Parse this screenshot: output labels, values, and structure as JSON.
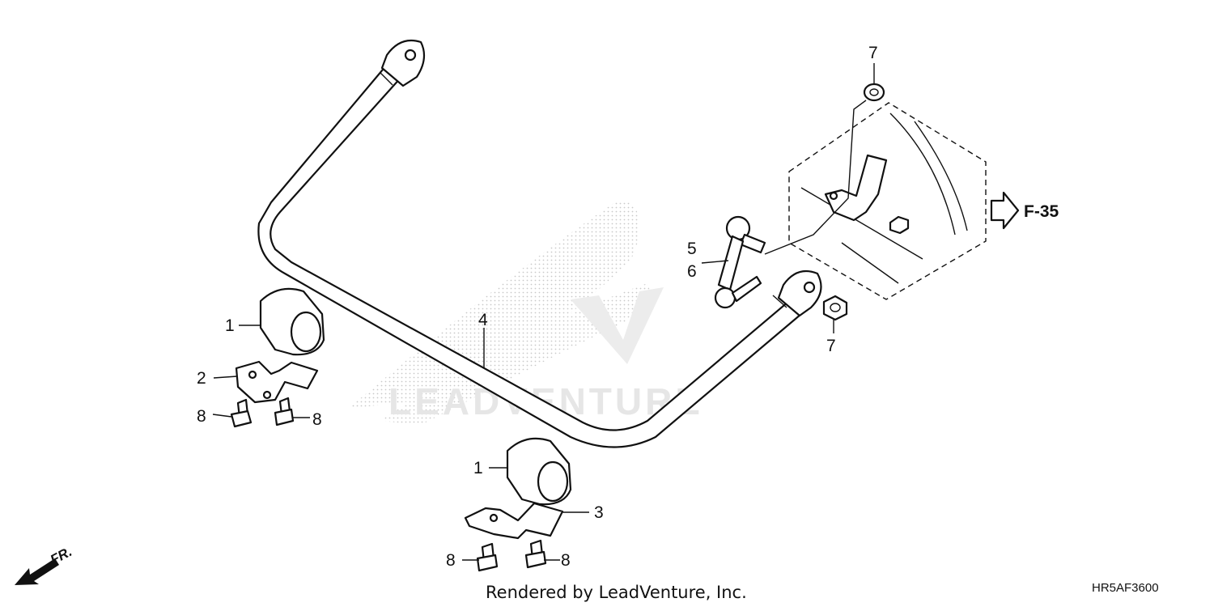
{
  "diagram": {
    "callouts": {
      "bushing_left": "1",
      "bracket_left": "2",
      "stabilizer_bar": "4",
      "bolt_left_a": "8",
      "bolt_left_b": "8",
      "link_top": "5",
      "link_bottom": "6",
      "nut_top": "7",
      "nut_lower": "7",
      "bushing_right": "1",
      "bracket_right": "3",
      "bolt_right_a": "8",
      "bolt_right_b": "8"
    },
    "reference_label": "F-35",
    "front_indicator": "FR.",
    "watermark_text": "LEADVENTURE",
    "footer_text": "Rendered by LeadVenture, Inc.",
    "diagram_code": "HR5AF3600"
  },
  "colors": {
    "line": "#111111",
    "watermark": "#e6e6e6",
    "background": "#ffffff"
  }
}
